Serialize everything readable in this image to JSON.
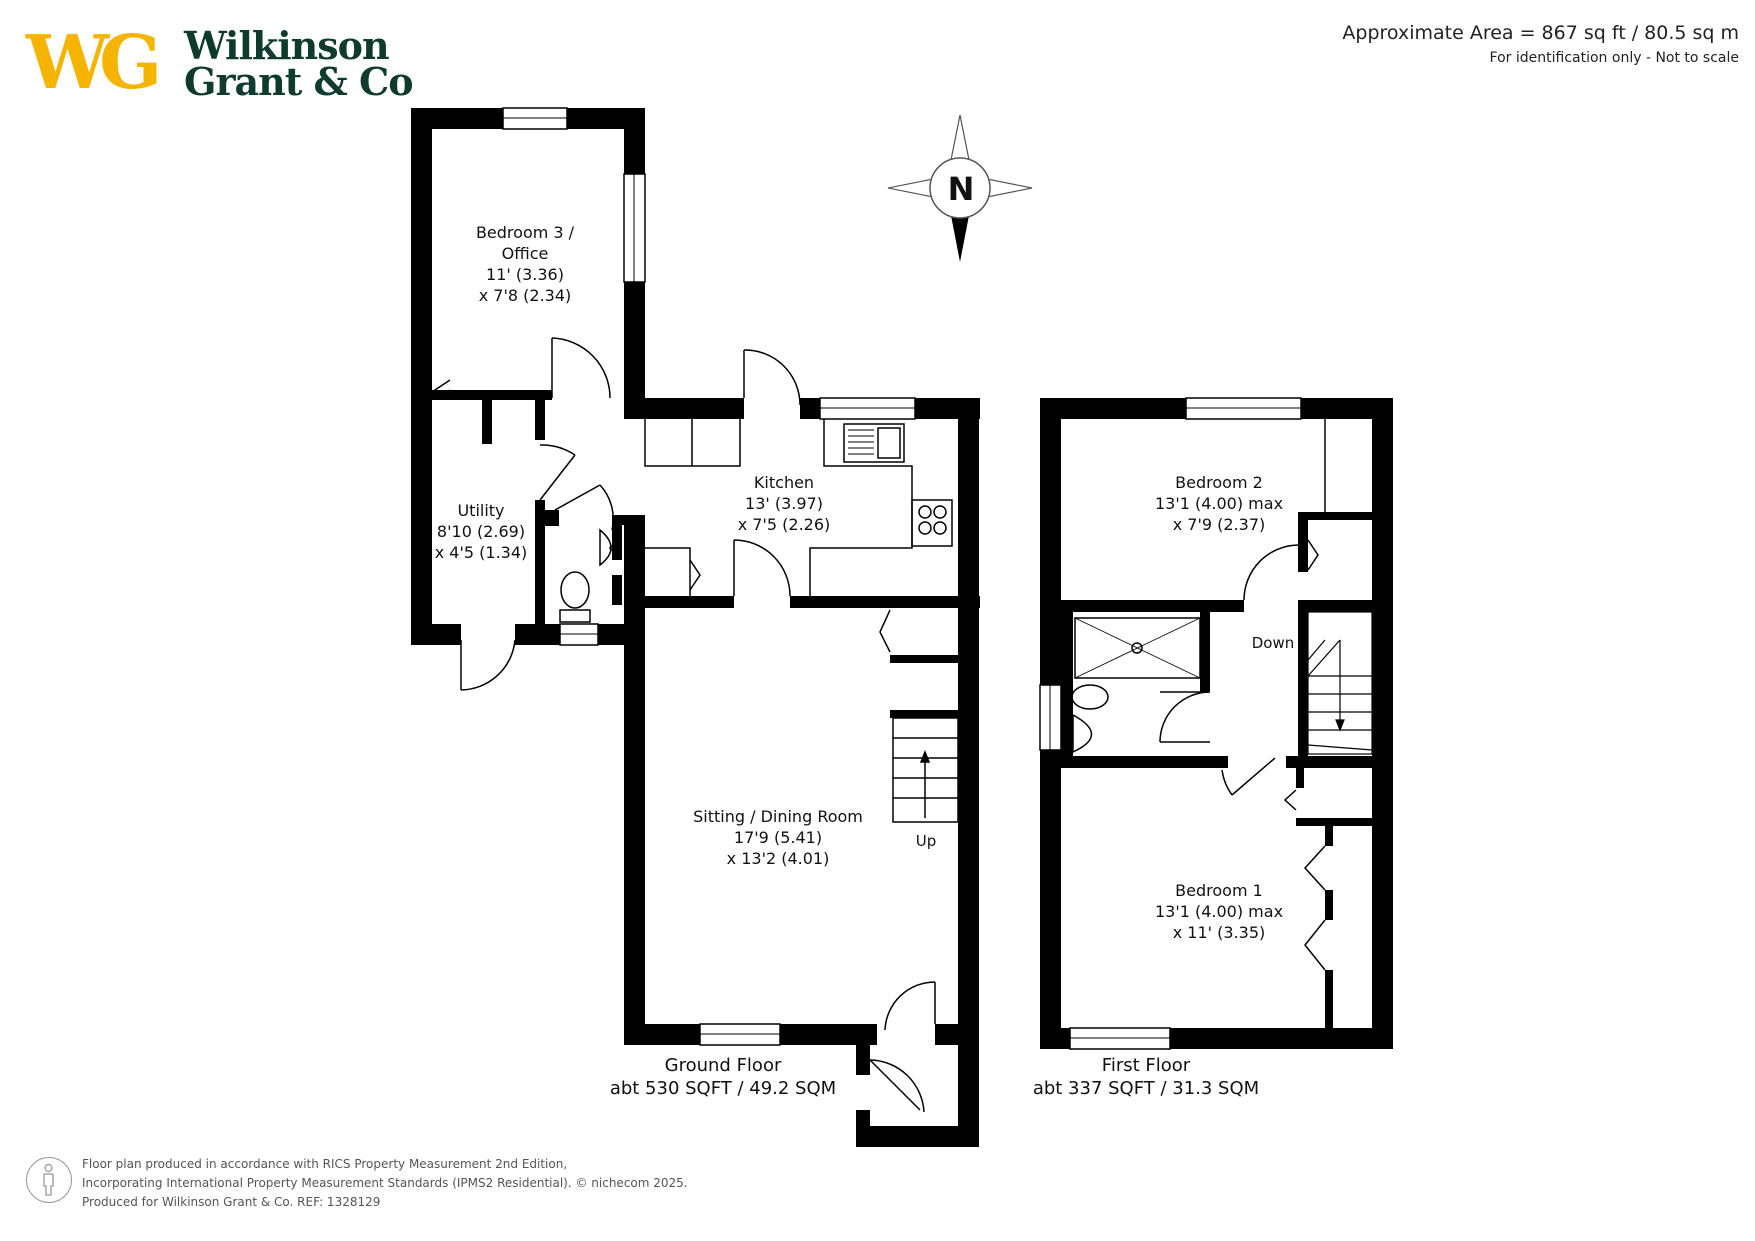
{
  "brand": {
    "monogram": "WG",
    "name_line1": "Wilkinson",
    "name_line2": "Grant & Co",
    "monogram_color": "#F4B400",
    "name_color": "#0E3B2E"
  },
  "header": {
    "approx_area": "Approximate Area = 867 sq ft / 80.5 sq m",
    "disclaimer": "For identification only - Not to scale"
  },
  "compass": {
    "label": "N"
  },
  "rooms": {
    "bedroom3": {
      "line1": "Bedroom 3 /",
      "line2": "Office",
      "line3": "11' (3.36)",
      "line4": "x 7'8 (2.34)"
    },
    "utility": {
      "line1": "Utility",
      "line2": "8'10 (2.69)",
      "line3": "x 4'5 (1.34)"
    },
    "kitchen": {
      "line1": "Kitchen",
      "line2": "13' (3.97)",
      "line3": "x 7'5 (2.26)"
    },
    "sitting": {
      "line1": "Sitting / Dining Room",
      "line2": "17'9 (5.41)",
      "line3": "x 13'2 (4.01)"
    },
    "bedroom2": {
      "line1": "Bedroom 2",
      "line2": "13'1 (4.00) max",
      "line3": "x 7'9 (2.37)"
    },
    "bedroom1": {
      "line1": "Bedroom 1",
      "line2": "13'1 (4.00) max",
      "line3": "x 11' (3.35)"
    }
  },
  "stairs": {
    "up": "Up",
    "down": "Down"
  },
  "floors": {
    "ground": {
      "name": "Ground Floor",
      "area": "abt 530 SQFT / 49.2 SQM"
    },
    "first": {
      "name": "First Floor",
      "area": "abt 337 SQFT / 31.3 SQM"
    }
  },
  "footer": {
    "line1": "Floor plan produced in accordance with RICS Property Measurement 2nd Edition,",
    "line2": "Incorporating International Property Measurement Standards (IPMS2 Residential).  © nichecom  2025.",
    "line3": "Produced for Wilkinson Grant & Co.   REF: 1328129",
    "icon": "person-icon"
  }
}
